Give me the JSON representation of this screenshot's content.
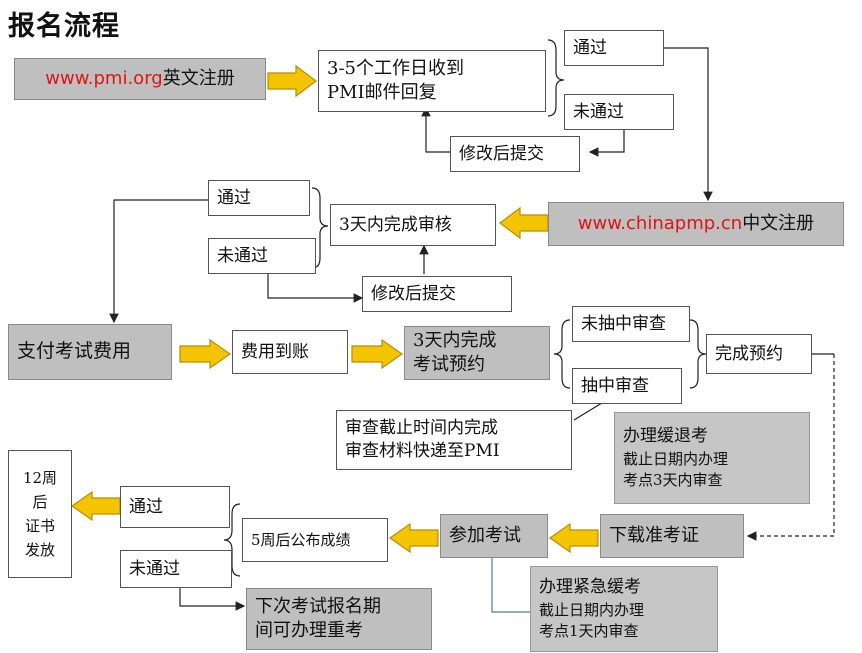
{
  "title": "报名流程",
  "nodes": {
    "pmi_reg_url": "www.pmi.org",
    "pmi_reg_text": "英文注册",
    "pmi_reply": [
      "3-5个工作日收到",
      "PMI邮件回复"
    ],
    "pass1": "通过",
    "fail1": "未通过",
    "resubmit1": "修改后提交",
    "cn_reg_url": "www.chinapmp.cn",
    "cn_reg_text": "中文注册",
    "review3": "3天内完成审核",
    "pass2": "通过",
    "fail2": "未通过",
    "resubmit2": "修改后提交",
    "pay_fee": "支付考试费用",
    "fee_arrived": "费用到账",
    "book3": [
      "3天内完成",
      "考试预约"
    ],
    "not_audited": "未抽中审查",
    "audited": "抽中审查",
    "booking_done": "完成预约",
    "audit_note": [
      "审查截止时间内完成",
      "审查材料快递至PMI"
    ],
    "defer": [
      "办理缓退考",
      "截止日期内办理",
      "考点3天内审查"
    ],
    "cert": [
      "12周后",
      "证书",
      "发放"
    ],
    "pass3": "通过",
    "fail3": "未通过",
    "result5": "5周后公布成绩",
    "take_exam": "参加考试",
    "download_ticket": "下载准考证",
    "retake": [
      "下次考试报名期",
      "间可办理重考"
    ],
    "urgent_defer": [
      "办理紧急缓考",
      "截止日期内办理",
      "考点1天内审查"
    ]
  },
  "colors": {
    "arrow_fill": "#f5c400",
    "arrow_stroke": "#b58f00",
    "gray_box": "#bfbfbf",
    "url_red": "#e11414"
  }
}
